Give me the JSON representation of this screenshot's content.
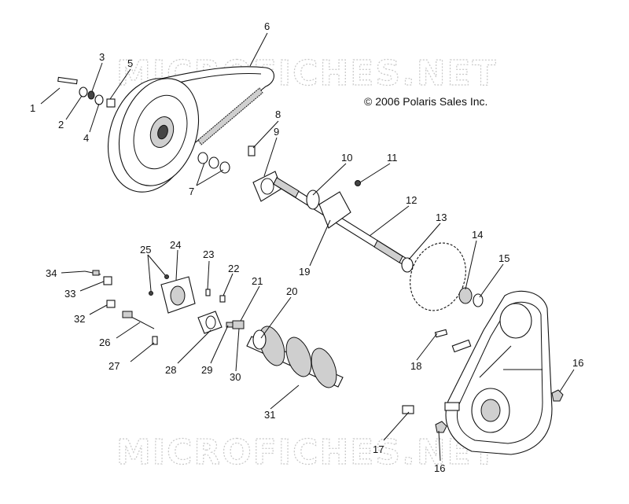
{
  "watermark": "MICROFICHES.NET",
  "copyright": "© 2006 Polaris Sales Inc.",
  "callouts": [
    "1",
    "2",
    "3",
    "4",
    "5",
    "6",
    "7",
    "8",
    "9",
    "10",
    "11",
    "12",
    "13",
    "14",
    "15",
    "16",
    "16",
    "17",
    "18",
    "19",
    "20",
    "21",
    "22",
    "23",
    "24",
    "25",
    "26",
    "27",
    "28",
    "29",
    "30",
    "31",
    "32",
    "33",
    "34"
  ]
}
